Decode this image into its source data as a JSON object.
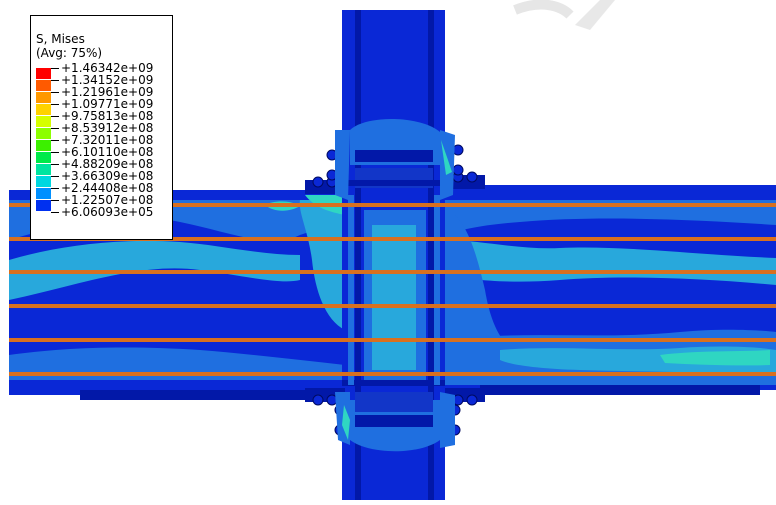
{
  "legend": {
    "title": "S, Mises",
    "subtitle": "(Avg: 75%)",
    "levels": [
      "+1.46342e+09",
      "+1.34152e+09",
      "+1.21961e+09",
      "+1.09771e+09",
      "+9.75813e+08",
      "+8.53912e+08",
      "+7.32011e+08",
      "+6.10110e+08",
      "+4.88209e+08",
      "+3.66309e+08",
      "+2.44408e+08",
      "+1.22507e+08",
      "+6.06093e+05"
    ],
    "band_colors": [
      "#ff0000",
      "#ff5a00",
      "#ff9800",
      "#ffd200",
      "#d6ff00",
      "#8cff00",
      "#3cf000",
      "#00ea4a",
      "#00e5a0",
      "#00d8e0",
      "#0090ff",
      "#0030f0"
    ]
  },
  "colors": {
    "steel_base": "#0a28d6",
    "steel_dark": "#0218a8",
    "stress_low": "#1f6fe0",
    "stress_mid": "#28a8dc",
    "stress_high": "#2fd6c2",
    "rod": "#d8701f"
  }
}
